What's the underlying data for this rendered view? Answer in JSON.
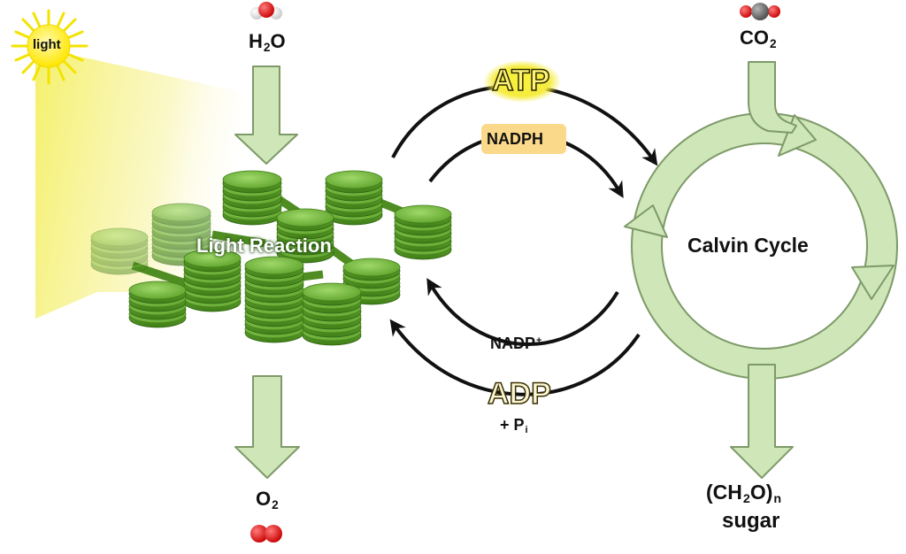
{
  "light": {
    "label": "light"
  },
  "water": {
    "prefix": "H",
    "subscript": "2",
    "suffix": "O"
  },
  "oxygen": {
    "prefix": "O",
    "subscript": "2"
  },
  "carbon_dioxide": {
    "prefix": "CO",
    "subscript": "2"
  },
  "light_reaction": {
    "label": "Light Reaction"
  },
  "calvin_cycle": {
    "label": "Calvin Cycle"
  },
  "atp": {
    "label": "ATP"
  },
  "nadph": {
    "label": "NADPH"
  },
  "nadp": {
    "label": "NADP",
    "superscript": "+"
  },
  "adp": {
    "label": "ADP"
  },
  "phosphate": {
    "prefix": "+ P",
    "subscript": "i"
  },
  "sugar": {
    "formula_open": "(CH",
    "formula_sub1": "2",
    "formula_close": "O)",
    "formula_sub2": "n",
    "name": "sugar"
  },
  "colors": {
    "arrow_fill": "#cfe6b8",
    "arrow_stroke": "#7d9a68",
    "thylakoid_green": "#5e9e2a",
    "sun_yellow": "#ffee00",
    "atp_glow": "#f7ec3c",
    "nadph_box": "#fbd98a",
    "oxygen_red": "#e01010"
  }
}
